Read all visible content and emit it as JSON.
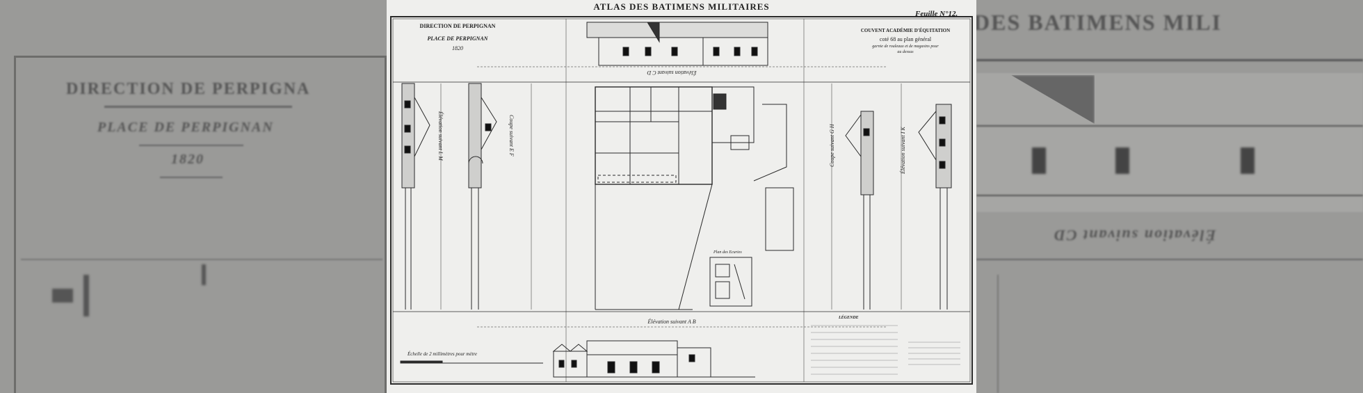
{
  "atlas_title": "ATLAS DES BATIMENS MILITAIRES",
  "direction": "DIRECTION DE PERPIGNAN",
  "place": "PLACE DE PERPIGNAN",
  "year": "1820",
  "sheet_number": "Feuille N°12.",
  "building_title": "COUVENT ACADÉMIE D'ÉQUITATION",
  "building_sub1": "coté 68 au plan général",
  "building_sub2": "garnie de rouleaux et de magasins pour",
  "building_sub3": "au dessus",
  "elevation_ab": "Élévation suivant A B",
  "elevation_cd": "Élévation suivant C D",
  "elevation_lm": "Élévation suivant L M",
  "coupe_ef": "Coupe suivant E F",
  "coupe_gh": "Coupe suivant G H",
  "elevation_ik": "Élévation suivant I K",
  "scale_label": "Échelle de 2 millimètres pour mètre",
  "legend_title": "LÉGENDE",
  "plan_label": "Plan des Ecuries",
  "bg_left_direction": "DIRECTION DE PERPIGNA",
  "bg_left_place": "PLACE DE PERPIGNAN",
  "bg_left_year": "1820",
  "bg_right_title": "DES BATIMENS MILI",
  "bg_right_elevation": "Élévation suivant CD",
  "colors": {
    "paper": "#efefed",
    "ink": "#2a2a2a",
    "side": "#9a9a98"
  }
}
